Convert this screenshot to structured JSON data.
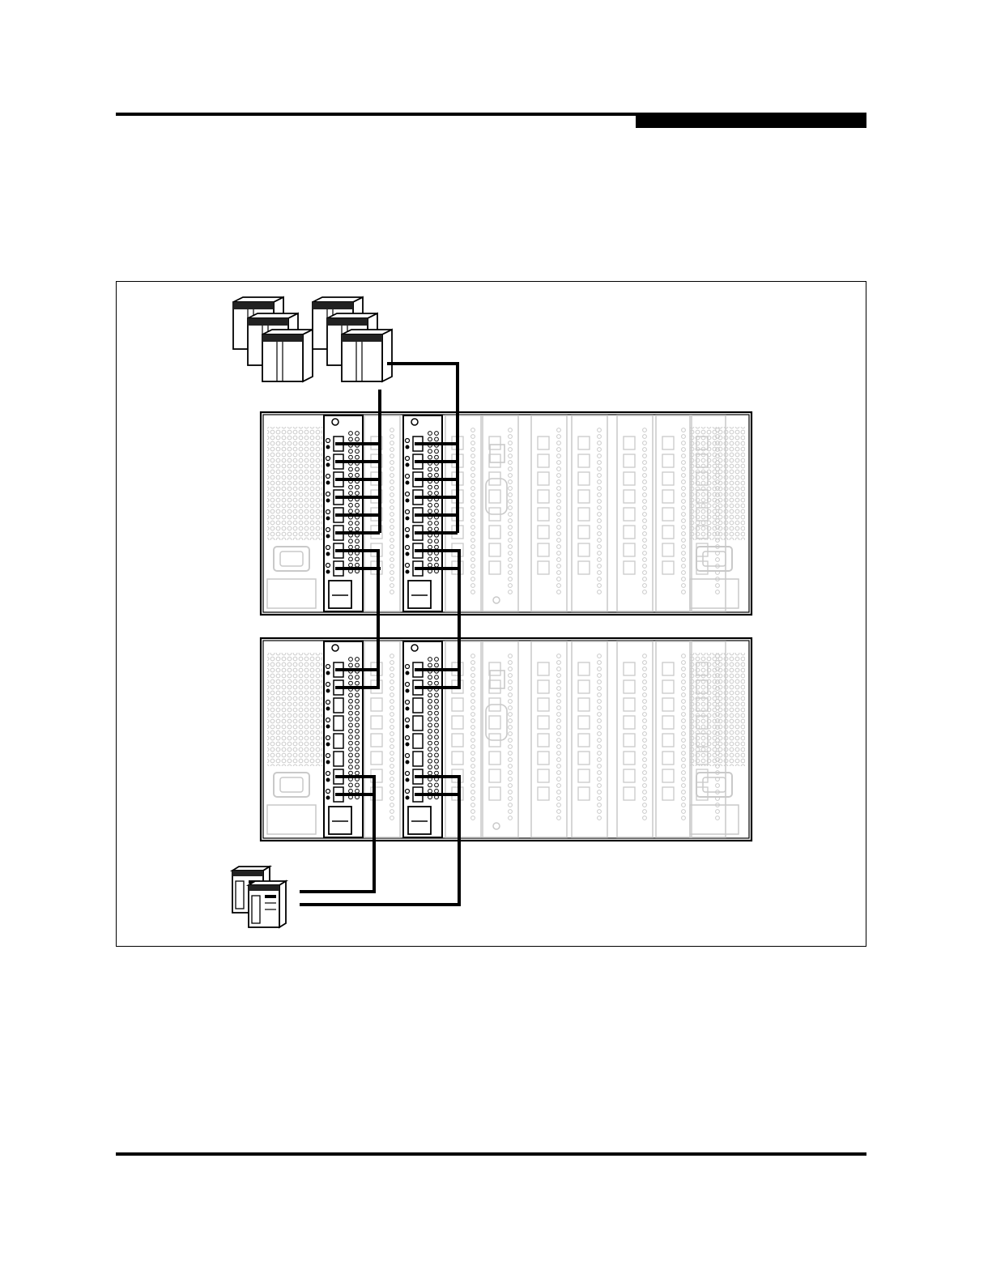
{
  "page": {
    "header": {
      "tab_color": "#000000"
    },
    "figure": {
      "chassis_count": 2,
      "active_blades_per_chassis": 2,
      "port_slots_per_blade": 8,
      "top_server_groups": 2,
      "servers_per_group": 3,
      "storage_units": 2,
      "colors": {
        "cable": "#000000",
        "chassis_line": "#000000",
        "inactive_detail": "#c9c9c9",
        "server_band": "#222222"
      }
    }
  }
}
